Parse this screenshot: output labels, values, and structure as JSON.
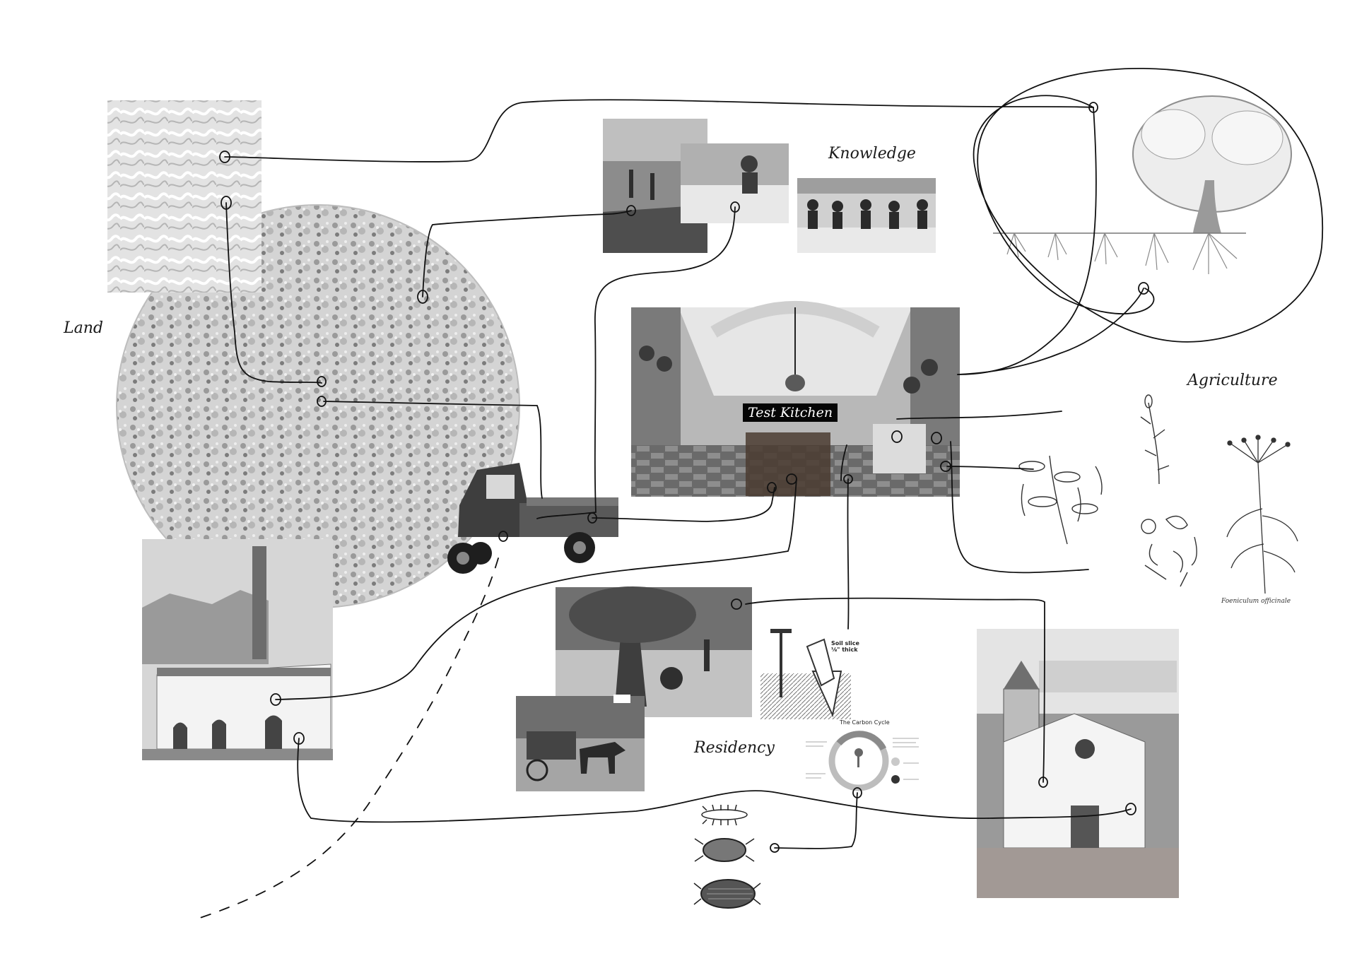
{
  "labels": {
    "land": "Land",
    "knowledge": "Knowledge",
    "agriculture": "Agriculture",
    "residency": "Residency",
    "test_kitchen": "Test Kitchen"
  },
  "diagram_text": {
    "carbon_cycle_title": "The Carbon Cycle",
    "soil_slice_label": "Soil slice\n⅛\" thick",
    "botanical_caption": "Foeniculum officinale"
  },
  "colors": {
    "background": "#ffffff",
    "line": "#111111",
    "photo_dark": "#3a3a3a",
    "photo_mid": "#8a8a8a",
    "photo_light": "#cfcfcf"
  },
  "icons": {
    "node": "loop-knot-icon",
    "vehicle": "three-wheeler-truck-icon",
    "tree": "olive-tree-icon"
  }
}
